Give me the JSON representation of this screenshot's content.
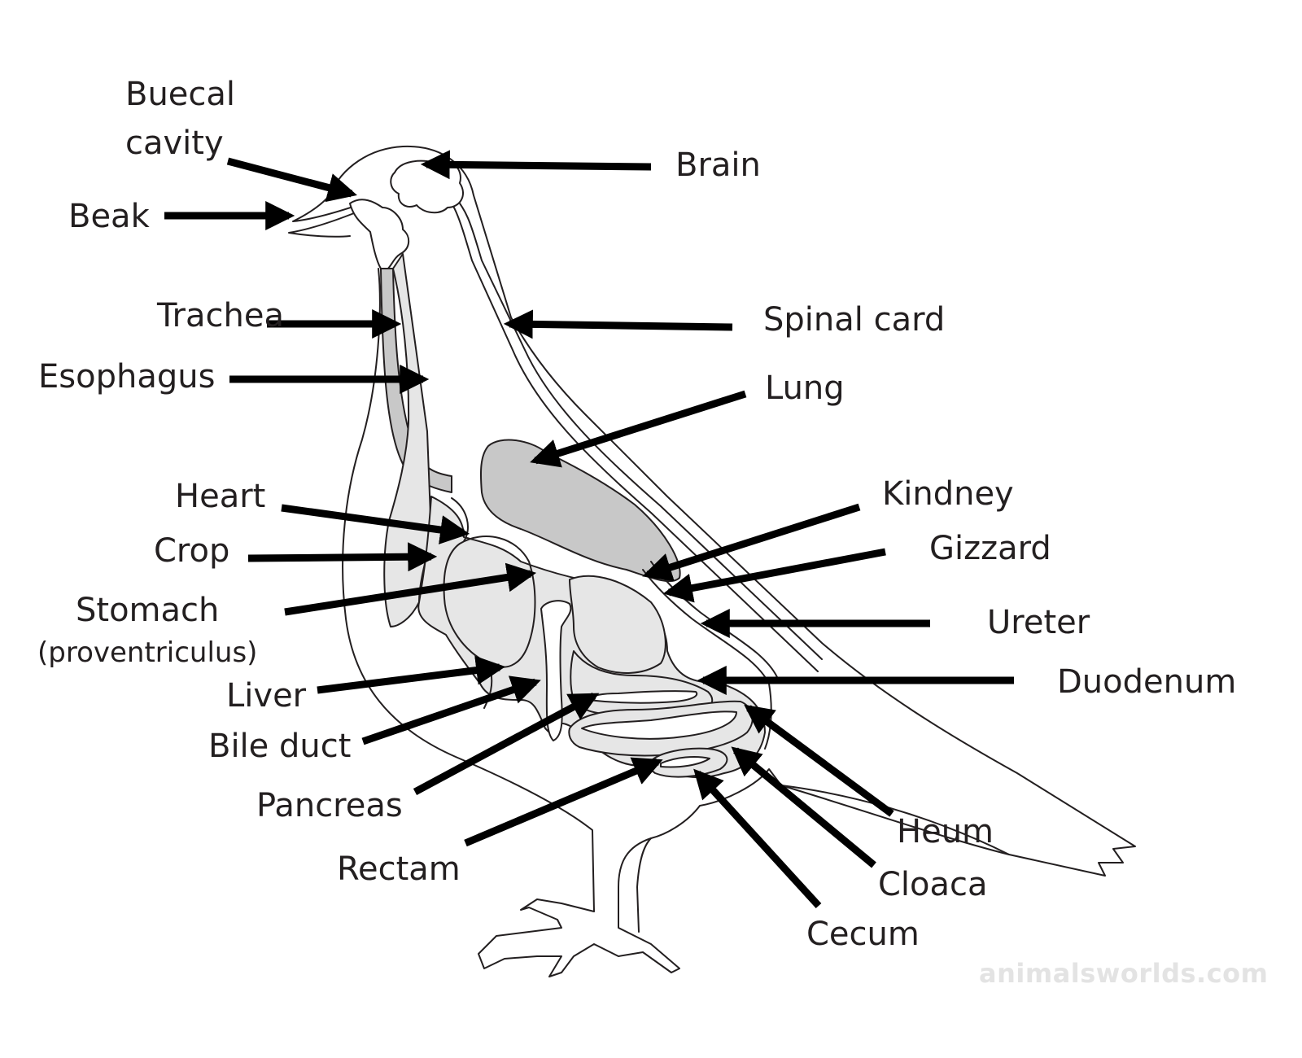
{
  "labels": {
    "buccal": "Buecal\ncavity",
    "beak": "Beak",
    "trachea": "Trachea",
    "esophagus": "Esophagus",
    "heart": "Heart",
    "crop": "Crop",
    "stomach": "Stomach",
    "stomach_sub": "(proventriculus)",
    "liver": "Liver",
    "bile_duct": "Bile duct",
    "pancreas": "Pancreas",
    "rectum": "Rectam",
    "brain": "Brain",
    "spinal_cord": "Spinal card",
    "lung": "Lung",
    "kidney": "Kindney",
    "gizzard": "Gizzard",
    "ureter": "Ureter",
    "duodenum": "Duodenum",
    "ileum": "Heum",
    "cloaca": "Cloaca",
    "cecum": "Cecum"
  },
  "watermark": "animalsworlds.com",
  "colors": {
    "ink": "#231f20",
    "organ_light": "#e6e6e6",
    "organ_dark": "#c8c8c8",
    "watermark": "#e3e3e3"
  }
}
